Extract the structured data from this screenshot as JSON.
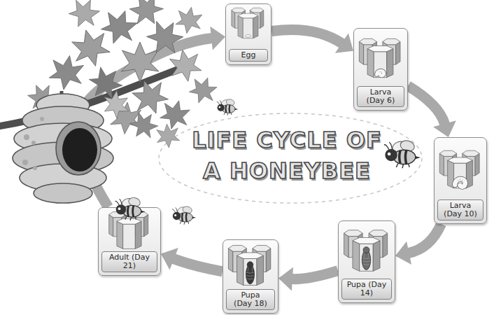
{
  "diagram": {
    "title": "LIFE CYCLE OF A HONEYBEE",
    "nodes": [
      {
        "text": [
          "Egg"
        ]
      },
      {
        "text": [
          "Larva (Day 6)"
        ]
      },
      {
        "text": [
          "Larva (Day 10)"
        ]
      },
      {
        "text": [
          "Pupa (Day 14)"
        ]
      },
      {
        "text": [
          "Pupa (Day 18)"
        ]
      },
      {
        "text": [
          "Adult (Day 21)"
        ]
      }
    ],
    "edges": [
      {
        "from": 0,
        "to": 1,
        "arrow": "to"
      },
      {
        "from": 1,
        "to": 2,
        "arrow": "to"
      },
      {
        "from": 2,
        "to": 3,
        "arrow": "to"
      },
      {
        "from": 3,
        "to": 4,
        "arrow": "to"
      },
      {
        "from": 4,
        "to": 5,
        "arrow": "to"
      },
      {
        "from": 5,
        "to": 0,
        "arrow": "to"
      }
    ]
  }
}
